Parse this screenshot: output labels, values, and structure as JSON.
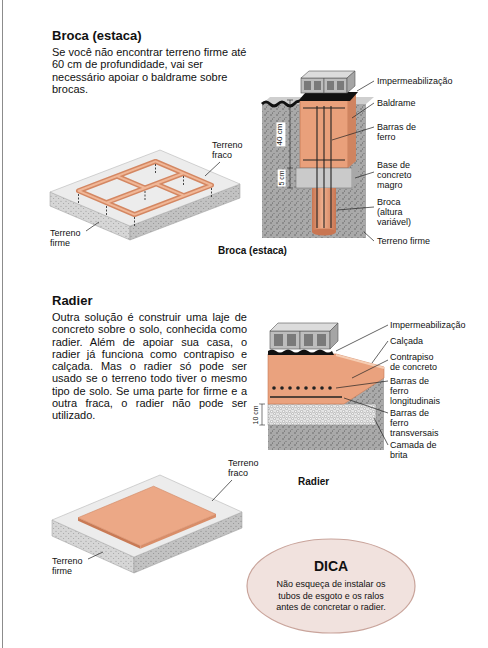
{
  "diagram": {
    "nodes": [
      {
        "text": [
          "DICA",
          "Não esqueça de instalar os tubos de esgoto e os ralos antes de concretar o radier."
        ]
      }
    ],
    "labels": [
      "Broca (estaca)",
      "Se você não encontrar terreno firme até 60 cm de profundidade, vai ser necessário apoiar o baldrame sobre brocas.",
      "Terreno fraco",
      "Terreno firme",
      "Impermeabilização",
      "Baldrame",
      "Barras de ferro",
      "40 cm",
      "5 cm",
      "Base de concreto magro",
      "Broca (altura variável)",
      "Terreno firme",
      "Broca (estaca)",
      "Radier",
      "Outra solução é construir uma laje de concreto sobre o solo, conhecida como radier. Além de apoiar sua casa, o radier já funciona como contrapiso e calçada. Mas o radier só pode ser usado se o terreno todo tiver o mesmo tipo de solo. Se uma parte for firme e a outra fraca, o radier não pode ser utilizado.",
      "Impermeabilização",
      "Calçada",
      "Contrapiso de concreto",
      "Barras de ferro longitudinais",
      "Barras de ferro transversais",
      "10 cm",
      "Camada de brita",
      "Radier",
      "Terreno fraco",
      "Terreno firme"
    ]
  }
}
